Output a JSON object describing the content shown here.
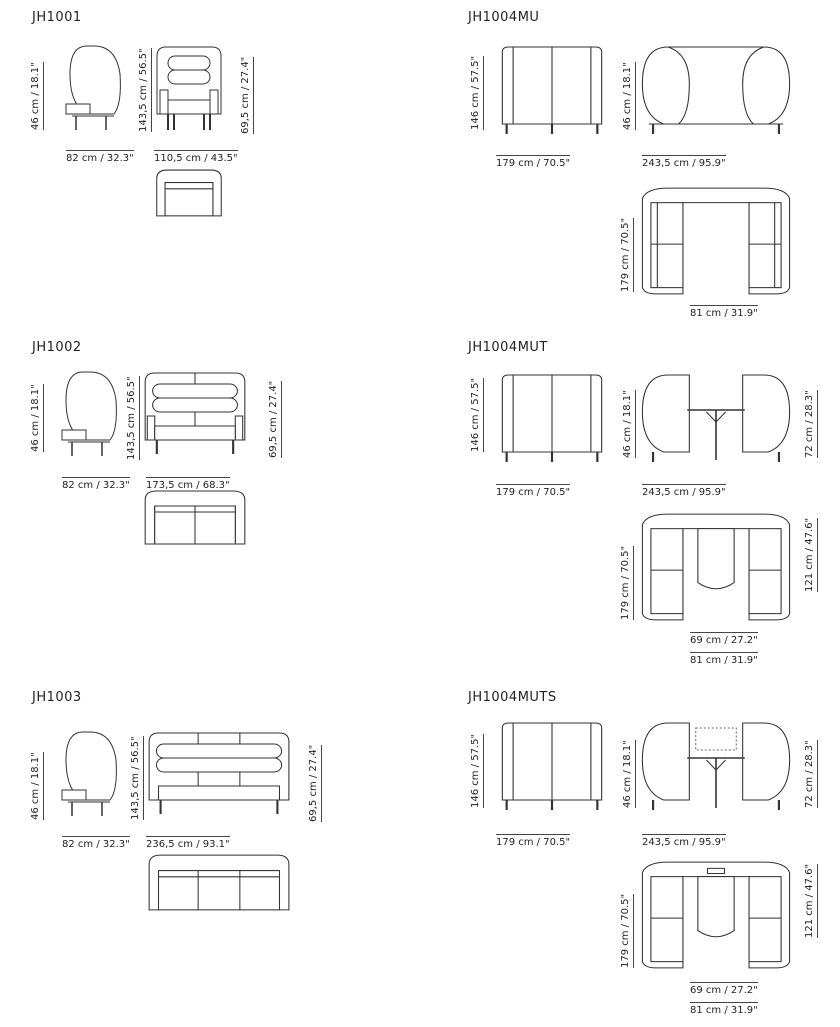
{
  "sections": {
    "jh1001": {
      "title": "JH1001",
      "seat_height": "46 cm / 18.1\"",
      "total_height": "143,5 cm / 56.5\"",
      "arm_height": "69,5 cm / 27.4\"",
      "depth": "82 cm / 32.3\"",
      "width": "110,5 cm / 43.5\""
    },
    "jh1002": {
      "title": "JH1002",
      "seat_height": "46 cm / 18.1\"",
      "total_height": "143,5 cm / 56.5\"",
      "arm_height": "69,5 cm / 27.4\"",
      "depth": "82 cm / 32.3\"",
      "width": "173,5 cm / 68.3\""
    },
    "jh1003": {
      "title": "JH1003",
      "seat_height": "46 cm / 18.1\"",
      "total_height": "143,5 cm / 56.5\"",
      "arm_height": "69,5 cm / 27.4\"",
      "depth": "82 cm / 32.3\"",
      "width": "236,5 cm / 93.1\""
    },
    "jh1004mu": {
      "title": "JH1004MU",
      "total_height": "146 cm / 57.5\"",
      "front_width": "179 cm / 70.5\"",
      "seat_height": "46 cm / 18.1\"",
      "side_length": "243,5 cm / 95.9\"",
      "plan_depth": "179 cm / 70.5\"",
      "seat_depth": "81 cm / 31.9\""
    },
    "jh1004mut": {
      "title": "JH1004MUT",
      "total_height": "146 cm / 57.5\"",
      "front_width": "179 cm / 70.5\"",
      "seat_height": "46 cm / 18.1\"",
      "table_height": "72 cm / 28.3\"",
      "side_length": "243,5 cm / 95.9\"",
      "plan_depth": "179 cm / 70.5\"",
      "table_length": "121 cm / 47.6\"",
      "table_width": "69 cm / 27.2\"",
      "seat_depth": "81 cm / 31.9\""
    },
    "jh1004muts": {
      "title": "JH1004MUTS",
      "total_height": "146 cm / 57.5\"",
      "front_width": "179 cm / 70.5\"",
      "seat_height": "46 cm / 18.1\"",
      "table_height": "72 cm / 28.3\"",
      "side_length": "243,5 cm / 95.9\"",
      "plan_depth": "179 cm / 70.5\"",
      "table_length": "121 cm / 47.6\"",
      "table_width": "69 cm / 27.2\"",
      "seat_depth": "81 cm / 31.9\""
    }
  }
}
